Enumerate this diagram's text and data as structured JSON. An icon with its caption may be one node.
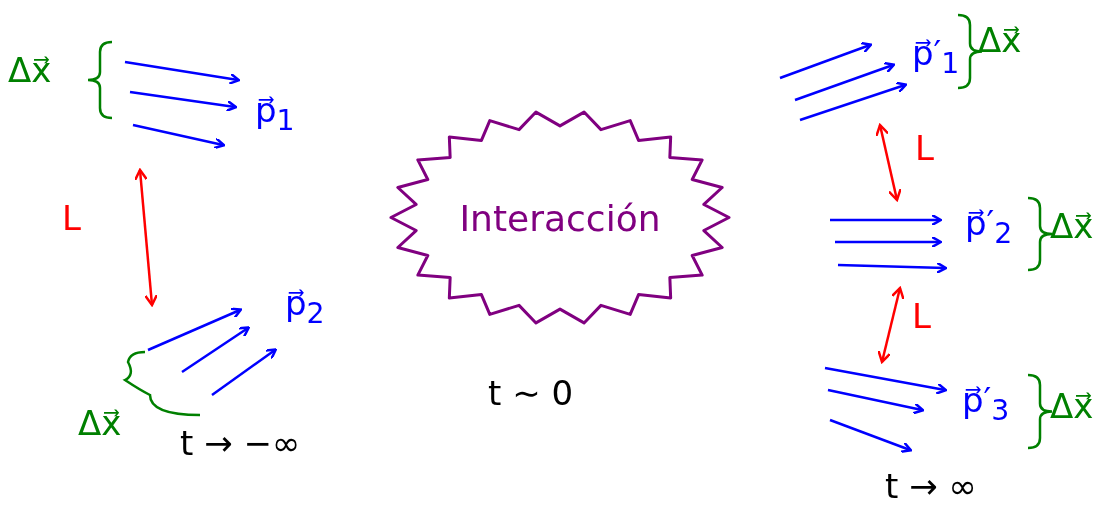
{
  "diagram": {
    "nodes": [
      {
        "text": [
          "Interacción"
        ]
      }
    ],
    "labels": [
      "Δx⃗",
      "p⃗$_{1}$",
      "L",
      "p⃗$_{2}$",
      "Δx⃗",
      "t → −∞",
      "t ∼ 0",
      "p⃗′$_{1}$",
      "Δx⃗",
      "L",
      "p⃗′$_{2}$",
      "Δx⃗",
      "L",
      "p⃗′$_{3}$",
      "Δx⃗",
      "t → ∞"
    ]
  }
}
